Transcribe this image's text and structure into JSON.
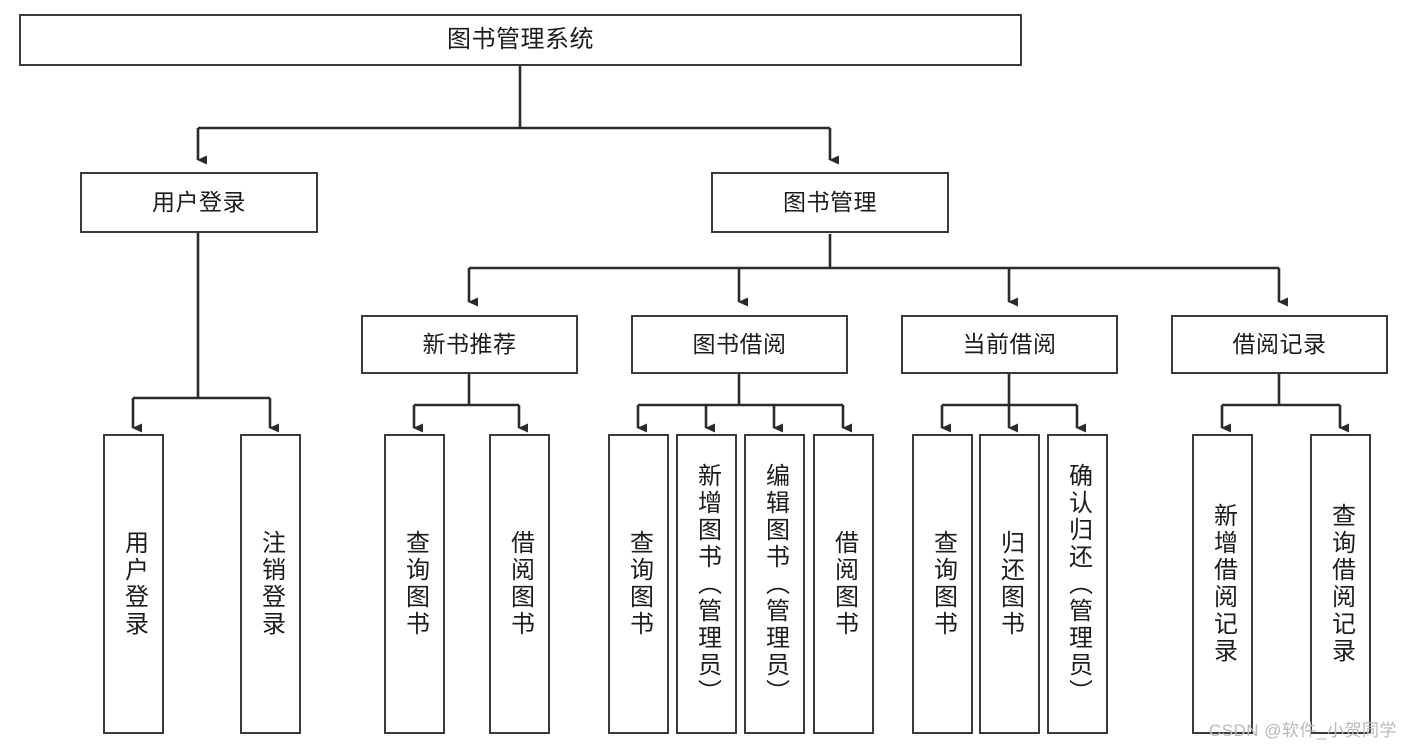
{
  "diagram": {
    "type": "tree-hierarchy",
    "title": "图书管理系统",
    "watermark": "CSDN @软件_小贺同学",
    "colors": {
      "box_border": "#3a3a3a",
      "box_fill": "#ffffff",
      "connector": "#2b2b2b",
      "text": "#1c1c1c",
      "watermark": "#b9b9b9"
    },
    "nodes": {
      "root": {
        "label": "图书管理系统",
        "level": 1
      },
      "l2": [
        {
          "id": "user-login",
          "label": "用户登录",
          "level": 2
        },
        {
          "id": "book-manage",
          "label": "图书管理",
          "level": 2
        }
      ],
      "l3": [
        {
          "id": "new-book-rec",
          "label": "新书推荐",
          "level": 3
        },
        {
          "id": "book-borrow",
          "label": "图书借阅",
          "level": 3
        },
        {
          "id": "current-borrow",
          "label": "当前借阅",
          "level": 3
        },
        {
          "id": "borrow-record",
          "label": "借阅记录",
          "level": 3
        }
      ],
      "leaves": [
        {
          "id": "leaf-user-login",
          "label": "用户登录",
          "parent": "user-login"
        },
        {
          "id": "leaf-logout",
          "label": "注销登录",
          "parent": "user-login"
        },
        {
          "id": "leaf-query-book-1",
          "label": "查询图书",
          "parent": "new-book-rec"
        },
        {
          "id": "leaf-borrow-book-1",
          "label": "借阅图书",
          "parent": "new-book-rec"
        },
        {
          "id": "leaf-query-book-2",
          "label": "查询图书",
          "parent": "book-borrow"
        },
        {
          "id": "leaf-add-book",
          "label": "新增图书（管理员）",
          "parent": "book-borrow"
        },
        {
          "id": "leaf-edit-book",
          "label": "编辑图书（管理员）",
          "parent": "book-borrow"
        },
        {
          "id": "leaf-borrow-book-2",
          "label": "借阅图书",
          "parent": "book-borrow"
        },
        {
          "id": "leaf-query-book-3",
          "label": "查询图书",
          "parent": "current-borrow"
        },
        {
          "id": "leaf-return-book",
          "label": "归还图书",
          "parent": "current-borrow"
        },
        {
          "id": "leaf-confirm-return",
          "label": "确认归还（管理员）",
          "parent": "current-borrow"
        },
        {
          "id": "leaf-add-record",
          "label": "新增借阅记录",
          "parent": "borrow-record"
        },
        {
          "id": "leaf-query-record",
          "label": "查询借阅记录",
          "parent": "borrow-record"
        }
      ]
    }
  }
}
